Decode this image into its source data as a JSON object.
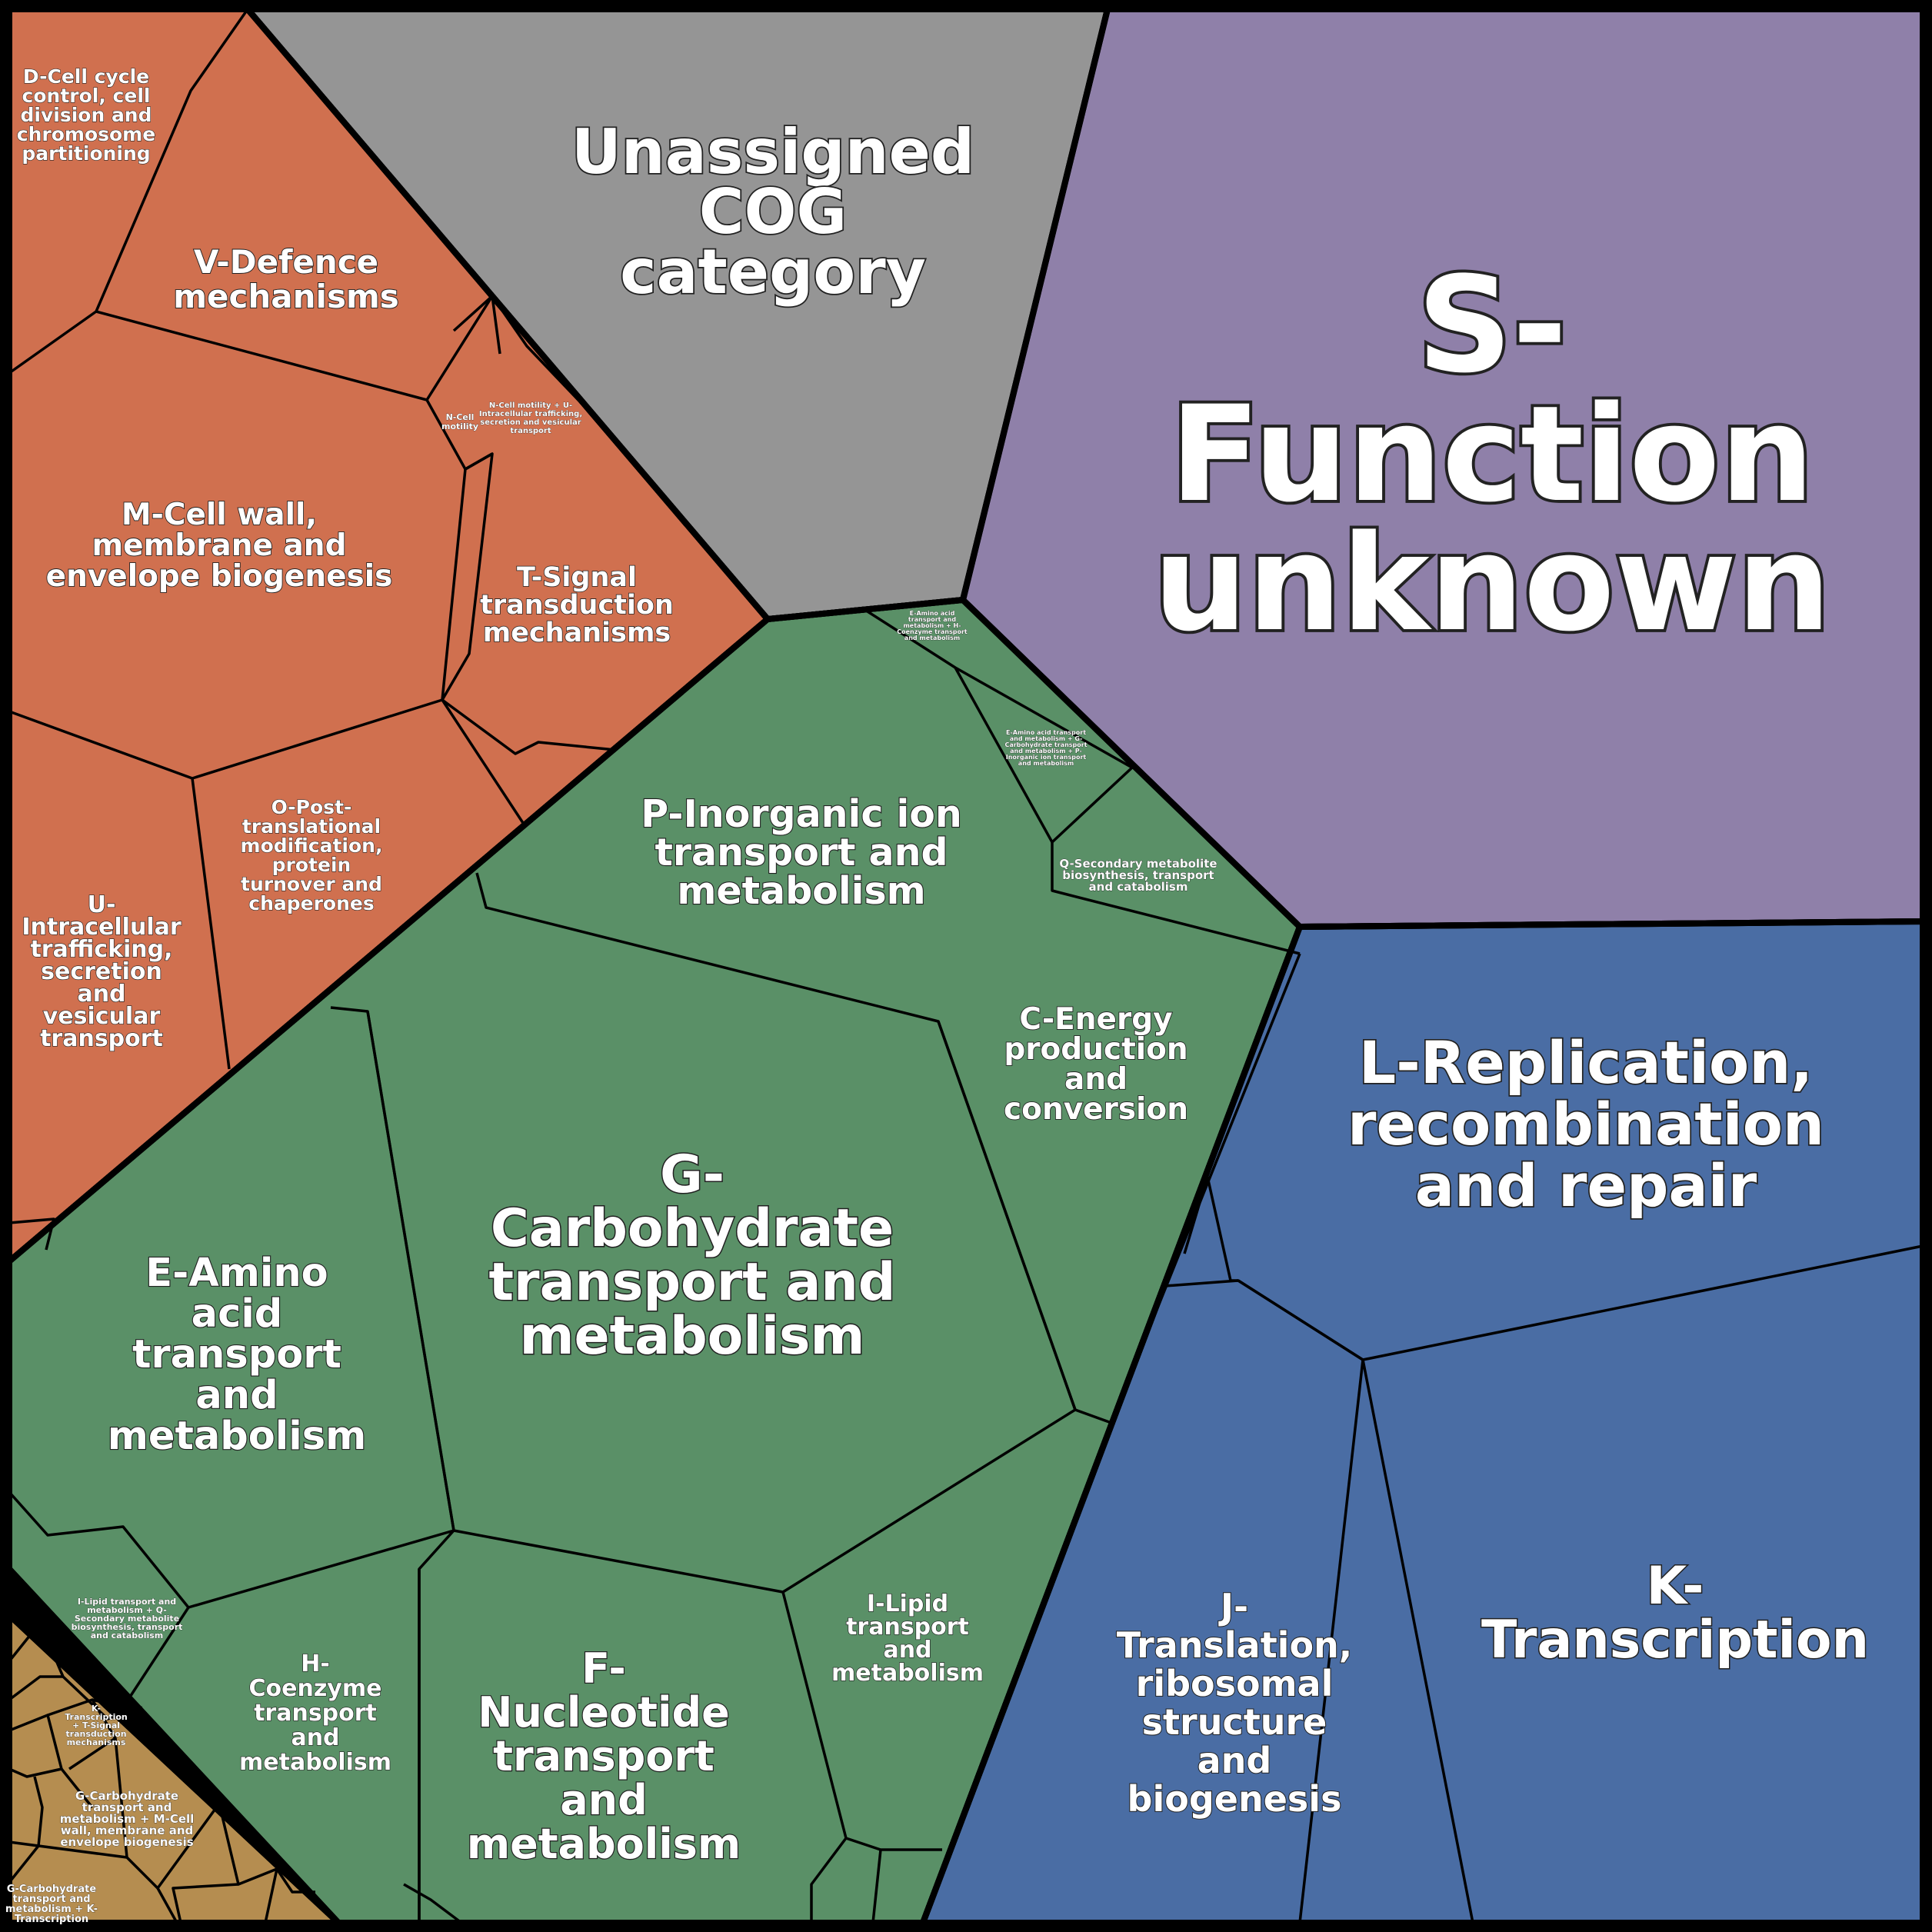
{
  "colors": {
    "background": "#000000",
    "grey": "#959595",
    "purple": "#8f80a9",
    "orange": "#d0704f",
    "green": "#5a9067",
    "blue": "#4a6da4",
    "tan": "#b58d50",
    "outline": "#000000"
  },
  "cells": [
    {
      "id": "unassigned",
      "lines": [
        "Unassigned",
        "COG",
        "category"
      ],
      "group": "grey"
    },
    {
      "id": "s-function-unknown",
      "lines": [
        "S-",
        "Function",
        "unknown"
      ],
      "group": "purple"
    },
    {
      "id": "d-cell-cycle",
      "lines": [
        "D-Cell cycle",
        "control, cell",
        "division and",
        "chromosome",
        "partitioning"
      ],
      "group": "orange"
    },
    {
      "id": "v-defence",
      "lines": [
        "V-Defence",
        "mechanisms"
      ],
      "group": "orange"
    },
    {
      "id": "m-cell-wall",
      "lines": [
        "M-Cell wall,",
        "membrane and",
        "envelope biogenesis"
      ],
      "group": "orange"
    },
    {
      "id": "t-signal",
      "lines": [
        "T-Signal",
        "transduction",
        "mechanisms"
      ],
      "group": "orange"
    },
    {
      "id": "n-cell-motility-u",
      "lines": [
        "N-Cell motility + U-",
        "Intracellular trafficking,",
        "secretion and vesicular",
        "transport"
      ],
      "group": "orange"
    },
    {
      "id": "n-cell-motility",
      "lines": [
        "N-Cell",
        "motility"
      ],
      "group": "orange"
    },
    {
      "id": "o-post",
      "lines": [
        "O-Post-",
        "translational",
        "modification,",
        "protein",
        "turnover and",
        "chaperones"
      ],
      "group": "orange"
    },
    {
      "id": "u-intracellular",
      "lines": [
        "U-",
        "Intracellular",
        "trafficking,",
        "secretion",
        "and",
        "vesicular",
        "transport"
      ],
      "group": "orange"
    },
    {
      "id": "p-inorganic",
      "lines": [
        "P-Inorganic ion",
        "transport and",
        "metabolism"
      ],
      "group": "green"
    },
    {
      "id": "e-amino-coenzyme",
      "lines": [
        "E-Amino acid",
        "transport and",
        "metabolism + H-",
        "Coenzyme transport",
        "and metabolism"
      ],
      "group": "green"
    },
    {
      "id": "e-amino-carbohydrate-inorganic",
      "lines": [
        "E-Amino acid transport",
        "and metabolism + G-",
        "Carbohydrate transport",
        "and metabolism + P-",
        "Inorganic ion transport",
        "and metabolism"
      ],
      "group": "green"
    },
    {
      "id": "q-secondary",
      "lines": [
        "Q-Secondary metabolite",
        "biosynthesis, transport",
        "and catabolism"
      ],
      "group": "green"
    },
    {
      "id": "c-energy",
      "lines": [
        "C-Energy",
        "production",
        "and",
        "conversion"
      ],
      "group": "green"
    },
    {
      "id": "g-carbohydrate",
      "lines": [
        "G-",
        "Carbohydrate",
        "transport and",
        "metabolism"
      ],
      "group": "green"
    },
    {
      "id": "e-amino-acid",
      "lines": [
        "E-Amino",
        "acid",
        "transport",
        "and",
        "metabolism"
      ],
      "group": "green"
    },
    {
      "id": "i-lipid-q",
      "lines": [
        "I-Lipid transport and",
        "metabolism + Q-",
        "Secondary metabolite",
        "biosynthesis, transport",
        "and catabolism"
      ],
      "group": "green"
    },
    {
      "id": "h-coenzyme",
      "lines": [
        "H-",
        "Coenzyme",
        "transport",
        "and",
        "metabolism"
      ],
      "group": "green"
    },
    {
      "id": "f-nucleotide",
      "lines": [
        "F-",
        "Nucleotide",
        "transport",
        "and",
        "metabolism"
      ],
      "group": "green"
    },
    {
      "id": "i-lipid",
      "lines": [
        "I-Lipid",
        "transport",
        "and",
        "metabolism"
      ],
      "group": "green"
    },
    {
      "id": "l-replication",
      "lines": [
        "L-Replication,",
        "recombination",
        "and repair"
      ],
      "group": "blue"
    },
    {
      "id": "j-translation",
      "lines": [
        "J-",
        "Translation,",
        "ribosomal",
        "structure",
        "and",
        "biogenesis"
      ],
      "group": "blue"
    },
    {
      "id": "k-transcription",
      "lines": [
        "K-",
        "Transcription"
      ],
      "group": "blue"
    },
    {
      "id": "k-transcription-t",
      "lines": [
        "K-",
        "Transcription",
        "+ T-Signal",
        "transduction",
        "mechanisms"
      ],
      "group": "tan"
    },
    {
      "id": "g-carbohydrate-m",
      "lines": [
        "G-Carbohydrate",
        "transport and",
        "metabolism + M-Cell",
        "wall, membrane and",
        "envelope biogenesis"
      ],
      "group": "tan"
    },
    {
      "id": "g-carbohydrate-k",
      "lines": [
        "G-Carbohydrate",
        "transport and",
        "metabolism + K-",
        "Transcription"
      ],
      "group": "tan"
    }
  ]
}
